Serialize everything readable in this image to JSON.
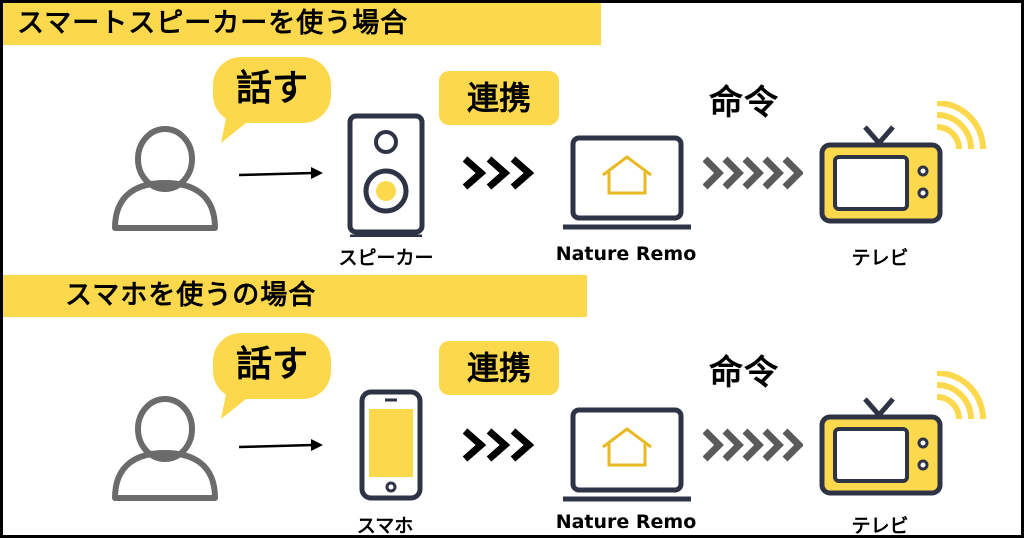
{
  "colors": {
    "yellow": "#fcd94c",
    "outline": "#2f3346",
    "person": "#6b6b6b",
    "arrow_gray": "#5a5a5a",
    "black": "#000000"
  },
  "row1": {
    "title": "スマートスピーカーを使う場合",
    "speech": "話す",
    "link": "連携",
    "command": "命令",
    "device_label": "スピーカー",
    "hub_label": "Nature Remo",
    "tv_label": "テレビ",
    "icons": [
      "person-icon",
      "arrow-right-icon",
      "speaker-icon",
      "triple-chevron-icon",
      "laptop-home-icon",
      "gray-chevron-icon",
      "tv-icon",
      "wifi-signal-icon"
    ]
  },
  "row2": {
    "title": "スマホを使うの場合",
    "speech": "話す",
    "link": "連携",
    "command": "命令",
    "device_label": "スマホ",
    "hub_label": "Nature Remo",
    "tv_label": "テレビ",
    "icons": [
      "person-icon",
      "arrow-right-icon",
      "smartphone-icon",
      "triple-chevron-icon",
      "laptop-home-icon",
      "gray-chevron-icon",
      "tv-icon",
      "wifi-signal-icon"
    ]
  }
}
